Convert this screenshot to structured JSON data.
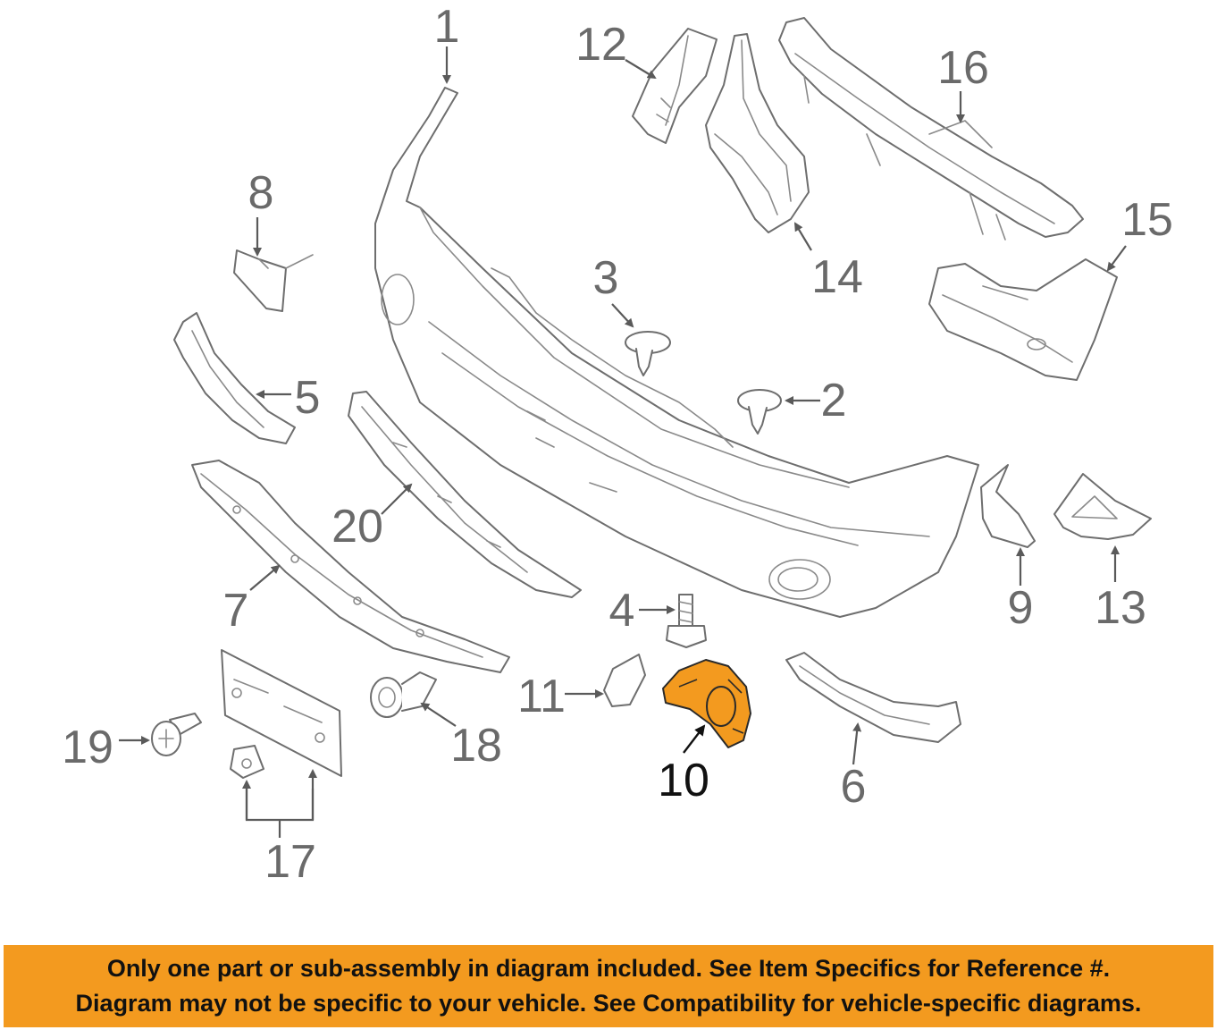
{
  "diagram": {
    "callouts": [
      "1",
      "2",
      "3",
      "4",
      "5",
      "6",
      "7",
      "8",
      "9",
      "10",
      "11",
      "12",
      "13",
      "14",
      "15",
      "16",
      "17",
      "18",
      "19",
      "20"
    ],
    "highlighted_part": "10",
    "highlight_color": "#f39a1f",
    "line_color": "#6e6e6e"
  },
  "banner": {
    "line1": "Only one part or sub-assembly in diagram included. See Item Specifics for Reference #.",
    "line2": "Diagram may not be specific to your vehicle. See Compatibility for vehicle-specific diagrams.",
    "background": "#f39a1f"
  }
}
